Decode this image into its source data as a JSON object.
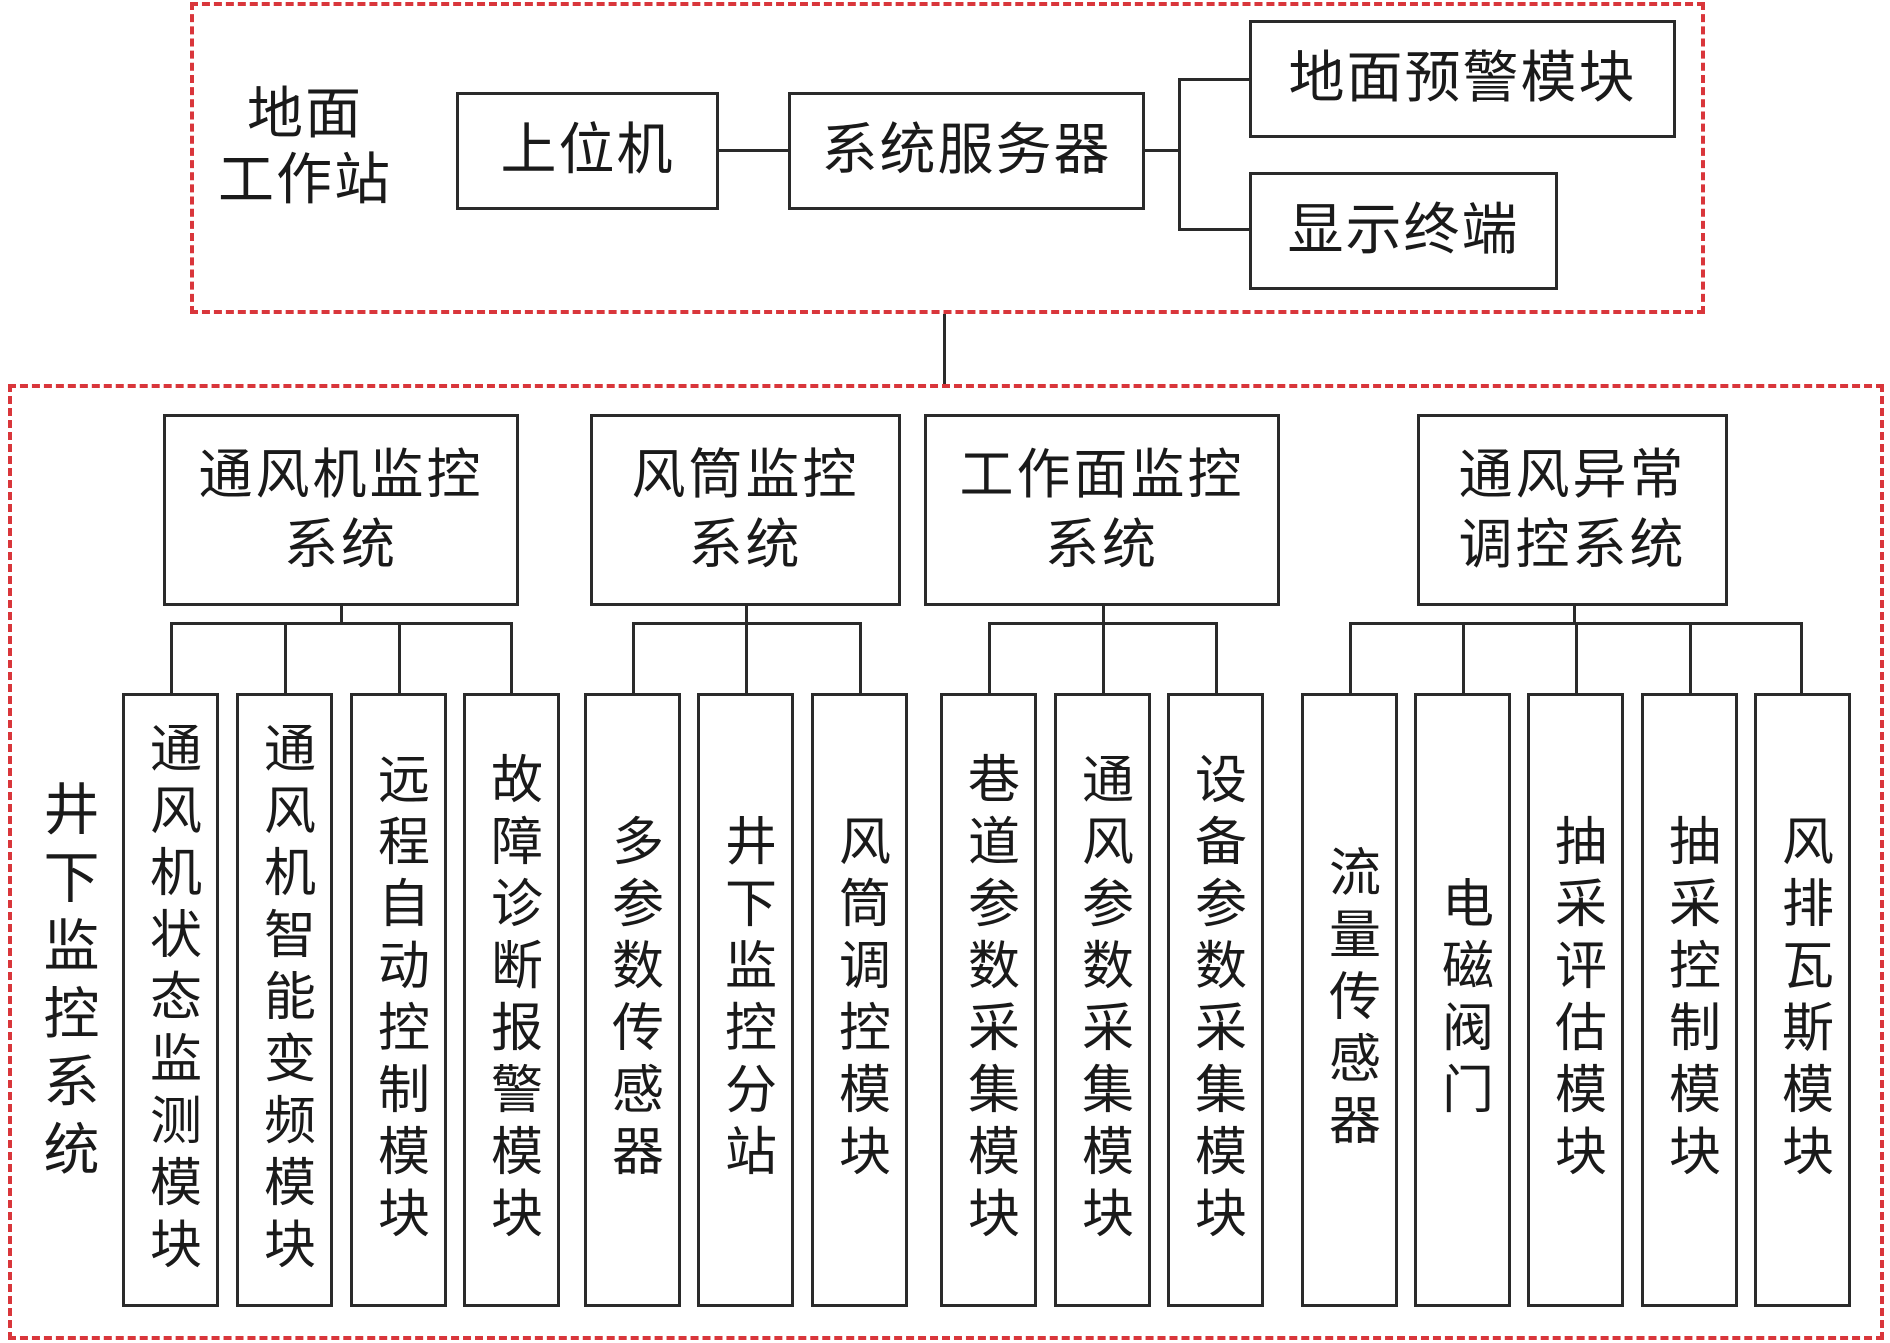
{
  "surface": {
    "label_line1": "地面",
    "label_line2": "工作站",
    "host_pc": "上位机",
    "server": "系统服务器",
    "warning_module": "地面预警模块",
    "display_terminal": "显示终端"
  },
  "underground": {
    "label": "井下监控系统",
    "systems": [
      {
        "line1": "通风机监控",
        "line2": "系统",
        "modules": [
          "通风机状态监测模块",
          "通风机智能变频模块",
          "远程自动控制模块",
          "故障诊断报警模块"
        ]
      },
      {
        "line1": "风筒监控",
        "line2": "系统",
        "modules": [
          "多参数传感器",
          "井下监控分站",
          "风筒调控模块"
        ]
      },
      {
        "line1": "工作面监控",
        "line2": "系统",
        "modules": [
          "巷道参数采集模块",
          "通风参数采集模块",
          "设备参数采集模块"
        ]
      },
      {
        "line1": "通风异常",
        "line2": "调控系统",
        "modules": [
          "流量传感器",
          "电磁阀门",
          "抽采评估模块",
          "抽采控制模块",
          "风排瓦斯模块"
        ]
      }
    ]
  },
  "colors": {
    "dashed_border": "#d9363b",
    "line": "#2a2a2a"
  }
}
